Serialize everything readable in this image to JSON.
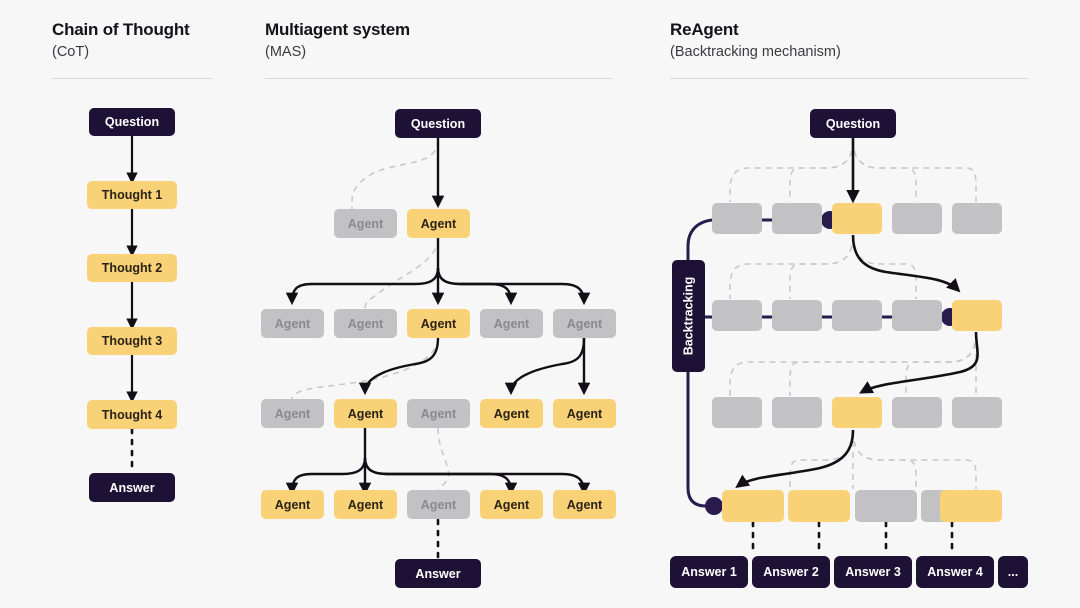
{
  "page": {
    "background": "#f7f7f7",
    "colors": {
      "dark_navy": "#1d1136",
      "yellow": "#f9d277",
      "grey": "#c2c2c4",
      "grey_text": "#8a8a8e",
      "solid_edge": "#121016",
      "dashed_edge": "#c9c9cc",
      "backtrack_line": "#2a1b4d",
      "rule": "#d9d9dd"
    }
  },
  "columns": [
    {
      "id": "cot",
      "title": "Chain of Thought",
      "subtitle": "(CoT)"
    },
    {
      "id": "mas",
      "title": "Multiagent system",
      "subtitle": "(MAS)"
    },
    {
      "id": "reagent",
      "title": "ReAgent",
      "subtitle": "(Backtracking mechanism)"
    }
  ],
  "cot": {
    "nodes": [
      {
        "label": "Question",
        "style": "dark"
      },
      {
        "label": "Thought 1",
        "style": "yellow"
      },
      {
        "label": "Thought 2",
        "style": "yellow"
      },
      {
        "label": "Thought 3",
        "style": "yellow"
      },
      {
        "label": "Thought 4",
        "style": "yellow"
      },
      {
        "label": "Answer",
        "style": "dark"
      }
    ]
  },
  "mas": {
    "question": {
      "label": "Question",
      "style": "dark"
    },
    "answer": {
      "label": "Answer",
      "style": "dark"
    },
    "agent_label": "Agent",
    "rows": [
      {
        "index": 1,
        "agents": [
          {
            "style": "grey"
          },
          {
            "style": "yellow"
          }
        ]
      },
      {
        "index": 2,
        "agents": [
          {
            "style": "grey"
          },
          {
            "style": "grey"
          },
          {
            "style": "yellow"
          },
          {
            "style": "grey"
          },
          {
            "style": "grey"
          }
        ]
      },
      {
        "index": 3,
        "agents": [
          {
            "style": "grey"
          },
          {
            "style": "yellow"
          },
          {
            "style": "grey"
          },
          {
            "style": "yellow"
          },
          {
            "style": "yellow"
          }
        ]
      },
      {
        "index": 4,
        "agents": [
          {
            "style": "yellow"
          },
          {
            "style": "yellow"
          },
          {
            "style": "grey"
          },
          {
            "style": "yellow"
          },
          {
            "style": "yellow"
          }
        ]
      }
    ]
  },
  "reagent": {
    "question": {
      "label": "Question",
      "style": "dark"
    },
    "backtracking": {
      "label": "Backtracking",
      "style": "dark"
    },
    "rows": [
      {
        "index": 1,
        "cells": [
          "grey",
          "grey",
          "yellow",
          "grey",
          "grey"
        ]
      },
      {
        "index": 2,
        "cells": [
          "grey",
          "grey",
          "grey",
          "grey",
          "yellow"
        ]
      },
      {
        "index": 3,
        "cells": [
          "grey",
          "grey",
          "yellow",
          "grey",
          "grey"
        ]
      },
      {
        "index": 4,
        "cells": [
          "yellow",
          "yellow",
          "grey",
          "grey",
          "yellow"
        ]
      }
    ],
    "answers": [
      {
        "label": "Answer 1"
      },
      {
        "label": "Answer 2"
      },
      {
        "label": "Answer 3"
      },
      {
        "label": "Answer 4"
      },
      {
        "label": "..."
      }
    ]
  }
}
